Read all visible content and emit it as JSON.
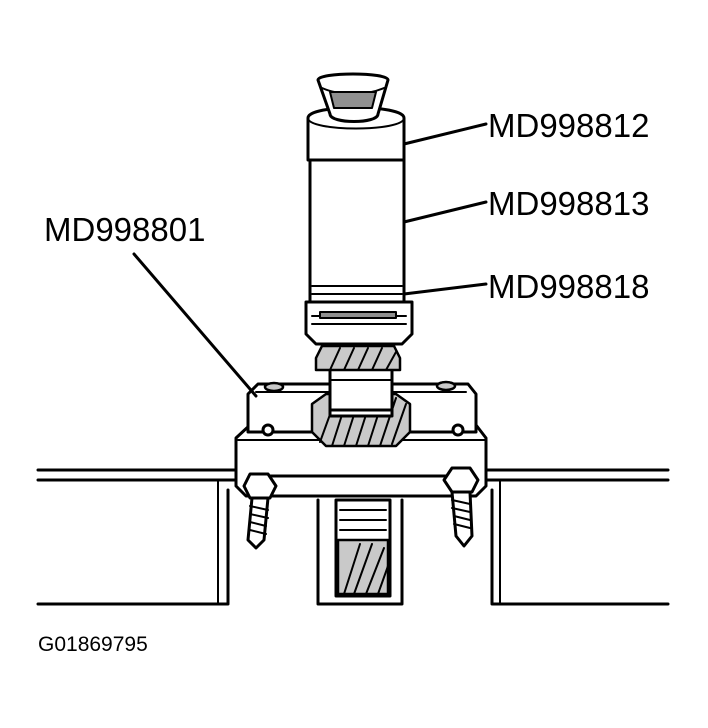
{
  "labels": {
    "tool_1": "MD998812",
    "tool_2": "MD998813",
    "tool_3": "MD998818",
    "tool_4": "MD998801"
  },
  "figure_code": "G01869795"
}
